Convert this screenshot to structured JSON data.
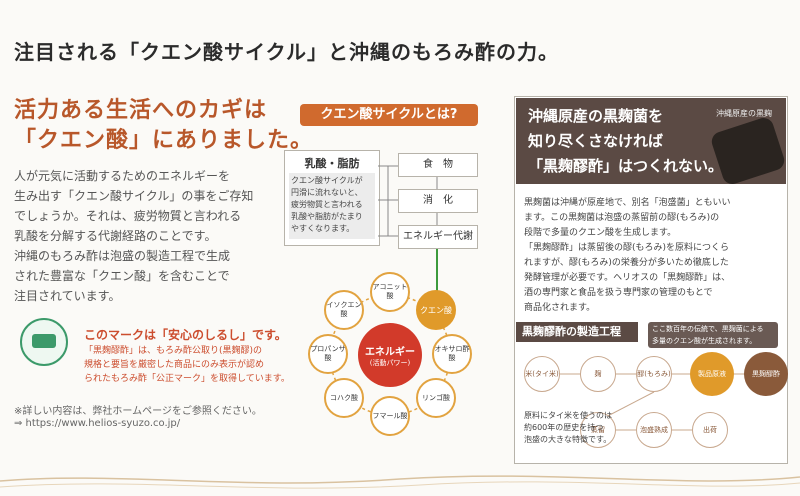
{
  "page_title": "注目される「クエン酸サイクル」と沖縄のもろみ酢の力。",
  "left": {
    "heading_line1": "活力ある生活へのカギは",
    "heading_line2": "「クエン酸」にありました。",
    "para1": [
      "人が元気に活動するためのエネルギーを",
      "生み出す「クエン酸サイクル」の事をご存知",
      "でしょうか。それは、疲労物質と言われる",
      "乳酸を分解する代謝経路のことです。"
    ],
    "para2": [
      "沖縄のもろみ酢は泡盛の製造工程で生成",
      "された豊富な「クエン酸」を含むことで",
      "注目されています。"
    ],
    "mark_title": "このマークは「安心のしるし」です。",
    "mark_text": [
      "「黒麹醪酢」は、もろみ酢公取り(黒麹醪)の",
      "規格と要旨を厳密した商品にのみ表示が認め",
      "られたもろみ酢「公正マーク」を取得しています。"
    ],
    "footnote1": "※詳しい内容は、弊社ホームページをご参照ください。",
    "footnote2": "⇒ https://www.helios-syuzo.co.jp/"
  },
  "middle": {
    "header": "クエン酸サイクルとは?",
    "lactic_title": "乳酸・脂肪",
    "lactic_text": [
      "クエン酸サイクルが",
      "円滑に流れないと、",
      "疲労物質と言われる",
      "乳酸や脂肪がたまり",
      "やすくなります。"
    ],
    "flow": [
      "食　物",
      "消　化",
      "エネルギー代謝"
    ],
    "center_title": "エネルギー",
    "center_sub": "(活動パワー)",
    "cycle": [
      "アコニット酸",
      "クエン酸",
      "オキサロ酢酸",
      "リンゴ酸",
      "フマール酸",
      "コハク酸",
      "プロパンサ酸",
      "イソクエン酸"
    ]
  },
  "right": {
    "header_line1": "沖縄原産の黒麹菌を",
    "header_line2": "知り尽くさなければ",
    "header_line3": "「黒麹醪酢」はつくれない。",
    "header_small": "沖縄原産の黒麹",
    "para": [
      "黒麹菌は沖縄が原産地で、別名「泡盛菌」ともいい",
      "ます。この黒麹菌は泡盛の蒸留前の醪(もろみ)の",
      "段階で多量のクエン酸を生成します。",
      "「黒麹醪酢」は蒸留後の醪(もろみ)を原料につくら",
      "れますが、醪(もろみ)の栄養分が多いため徹底した",
      "発酵管理が必要です。ヘリオスの「黒麹醪酢」は、",
      "酒の専門家と食品を扱う専門家の管理のもとで",
      "商品化されます。"
    ],
    "process_title": "黒麹醪酢の製造工程",
    "process_note": [
      "ここ数百年の伝統で、黒麹菌による",
      "多量のクエン酸が生成されます。"
    ],
    "steps": [
      "米(タイ米)",
      "麹",
      "醪(もろみ)",
      "製品原液",
      "黒麹醪酢",
      "蒸留",
      "泡盛熟成",
      "出荷"
    ],
    "process_footnote": [
      "原料にタイ米を使うのは",
      "約600年の歴史を持つ",
      "泡盛の大きな特徴です。"
    ]
  },
  "colors": {
    "accent": "#b8572a",
    "orange": "#e09a2a",
    "brown": "#5b4a44",
    "red": "#d23a2a"
  }
}
